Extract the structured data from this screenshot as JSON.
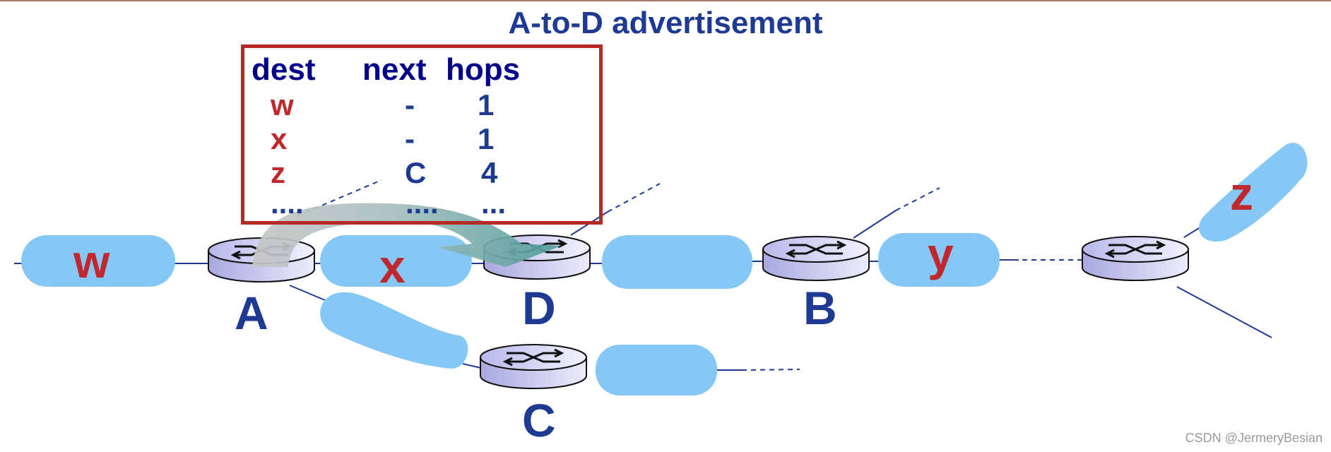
{
  "title": "A-to-D advertisement",
  "table": {
    "headers": [
      "dest",
      "next",
      "hops"
    ],
    "rows": [
      {
        "dest": "w",
        "next": "-",
        "hops": "1"
      },
      {
        "dest": "x",
        "next": "-",
        "hops": "1"
      },
      {
        "dest": "z",
        "next": "C",
        "hops": "4"
      },
      {
        "dest": "....",
        "next": "....",
        "hops": "..."
      }
    ]
  },
  "subnets": [
    "w",
    "x",
    "y",
    "z"
  ],
  "routers": [
    "A",
    "D",
    "B",
    "C"
  ],
  "watermark": "CSDN @JermeryBesian",
  "colors": {
    "table_border": "#b52a24",
    "title": "#1f3a93",
    "subnet_fill": "#86c8f5",
    "subnet_label": "#c0282d",
    "router_label": "#1f3a93"
  }
}
